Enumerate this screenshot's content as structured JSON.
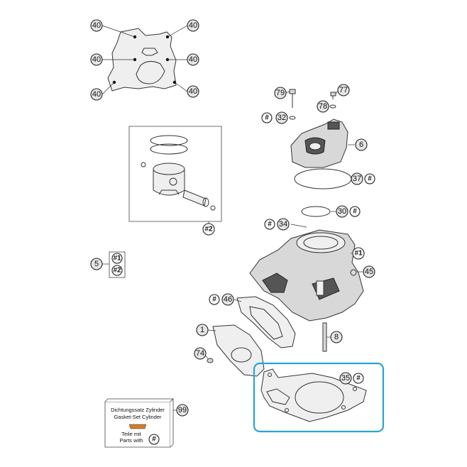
{
  "callouts": {
    "c40_tl": "40",
    "c40_tr": "40",
    "c40_ml": "40",
    "c40_mr": "40",
    "c40_bl": "40",
    "c40_br": "40",
    "c79": "79",
    "c77": "77",
    "c78": "78",
    "c32": "32",
    "c6": "6",
    "c37": "37",
    "c30": "30",
    "c34": "34",
    "c1hash": "#1",
    "c45": "45",
    "c5": "5",
    "c46": "46",
    "c1": "1",
    "c8": "8",
    "c74": "74",
    "c35": "35",
    "c99": "99",
    "c2": "#2",
    "k1": "#1",
    "k2": "#2"
  },
  "hash": "#",
  "kit_box": {
    "line1": "Dichtungssatz Zylinder",
    "line2": "Gasket-Set Cylinder",
    "line3": "Teile mit",
    "line4": "Parts with"
  },
  "colors": {
    "highlight": "#29a3d6"
  }
}
